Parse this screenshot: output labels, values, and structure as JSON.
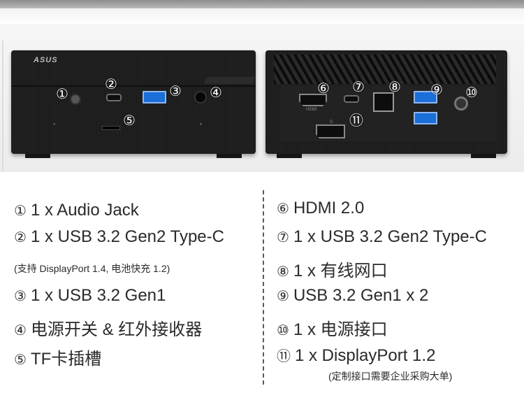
{
  "photo": {
    "front": {
      "brand_logo": "ASUS",
      "labels": [
        "①",
        "②",
        "③",
        "④",
        "⑤"
      ]
    },
    "back": {
      "labels": [
        "⑥",
        "⑦",
        "⑧",
        "⑨",
        "⑩",
        "⑪"
      ],
      "port_marks": {
        "hdmi": "HDMI",
        "dp": "D"
      }
    }
  },
  "specs": {
    "left": [
      {
        "mark": "①",
        "text": "1 x Audio Jack"
      },
      {
        "mark": "②",
        "text": "1 x USB 3.2 Gen2 Type-C"
      },
      {
        "mark": "",
        "text": "(支持 DisplayPort 1.4, 电池快充 1.2)"
      },
      {
        "mark": "③",
        "text": "1 x USB 3.2 Gen1"
      },
      {
        "mark": "④",
        "text": "电源开关 & 红外接收器"
      },
      {
        "mark": "⑤",
        "text": "TF卡插槽"
      }
    ],
    "right": [
      {
        "mark": "⑥",
        "text": "HDMI 2.0"
      },
      {
        "mark": "⑦",
        "text": "1 x USB 3.2 Gen2 Type-C"
      },
      {
        "mark": "⑧",
        "text": "1 x 有线网口"
      },
      {
        "mark": "⑨",
        "text": "USB 3.2 Gen1 x 2"
      },
      {
        "mark": "⑩",
        "text": "1 x 电源接口"
      },
      {
        "mark": "⑪",
        "text": "1 x DisplayPort 1.2"
      },
      {
        "mark": "",
        "text": "(定制接口需要企业采购大单)"
      }
    ]
  },
  "colors": {
    "usb_a_blue": "#1b6fd8",
    "device_body": "#1c1c1c"
  }
}
